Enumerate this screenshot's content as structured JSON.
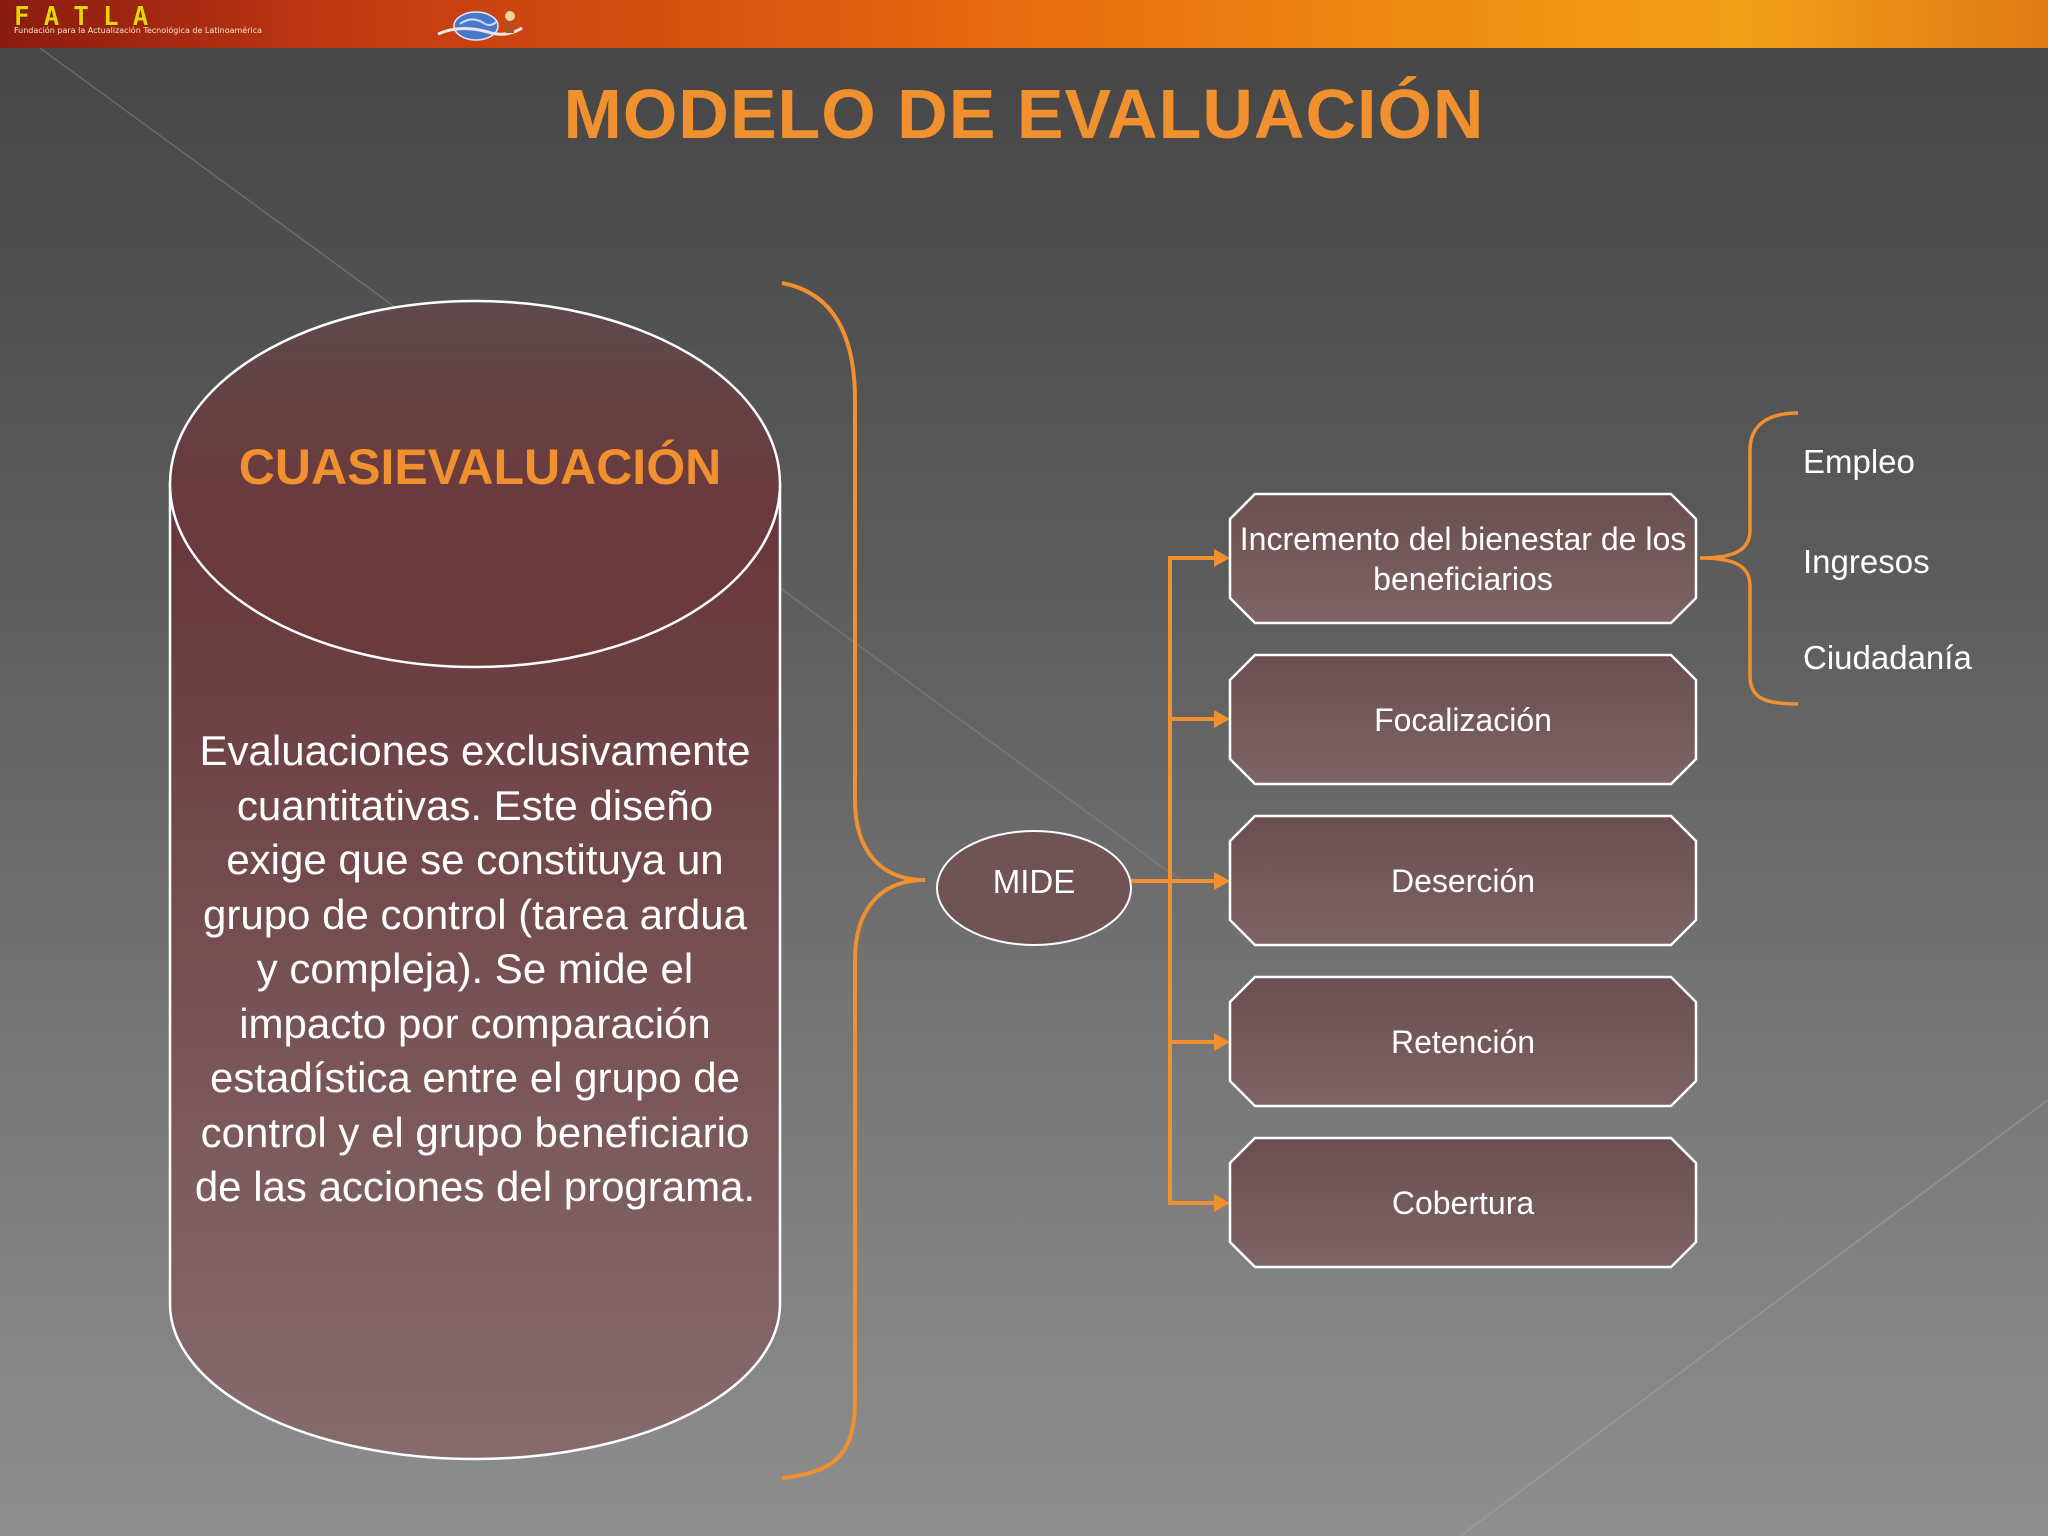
{
  "header": {
    "logo_text": "FATLA",
    "logo_subtitle": "Fundación para la Actualización Tecnológica de Latinoamérica"
  },
  "title": "MODELO DE EVALUACIÓN",
  "cylinder": {
    "heading": "CUASIEVALUACIÓN",
    "body": "Evaluaciones exclusivamente cuantitativas. Este diseño exige que se constituya un grupo de control (tarea ardua y compleja). Se mide el impacto por comparación estadística entre el grupo de control y el grupo beneficiario de las acciones del programa."
  },
  "hub": "MIDE",
  "outcomes": [
    "Incremento del bienestar de los beneficiarios",
    "Focalización",
    "Deserción",
    "Retención",
    "Cobertura"
  ],
  "sub_outcomes": [
    "Empleo",
    "Ingresos",
    "Ciudadanía"
  ],
  "colors": {
    "accent": "#f0902e",
    "shape_fill_top": "#6b3a3c",
    "shape_fill_bottom": "#856a6b",
    "outline": "#ffffff"
  }
}
